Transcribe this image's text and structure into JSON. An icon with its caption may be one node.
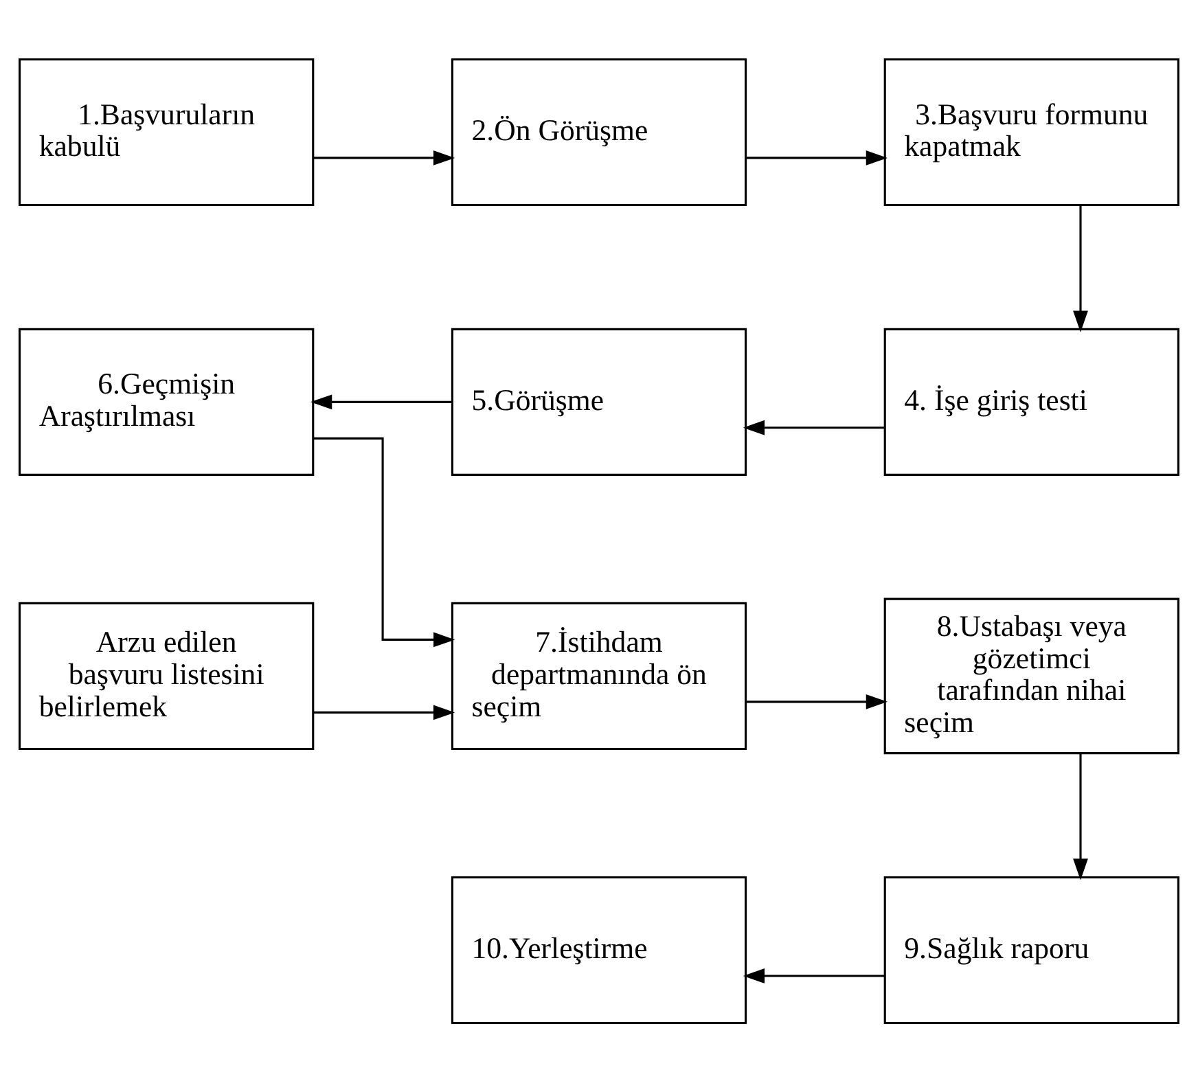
{
  "diagram": {
    "nodes": [
      {
        "text": [
          "1.Başvuruların kabulü"
        ]
      },
      {
        "text": [
          "2.Ön Görüşme"
        ]
      },
      {
        "text": [
          "3.Başvuru formunu kapatmak"
        ]
      },
      {
        "text": [
          "6.Geçmişin Araştırılması"
        ]
      },
      {
        "text": [
          "5.Görüşme"
        ]
      },
      {
        "text": [
          "4. İşe giriş testi"
        ]
      },
      {
        "text": [
          "Arzu edilen başvuru listesini belirlemek"
        ]
      },
      {
        "text": [
          "7.İstihdam departmanında ön seçim"
        ]
      },
      {
        "text": [
          "8.Ustabaşı veya gözetimci tarafından nihai seçim"
        ]
      },
      {
        "text": [
          "10.Yerleştirme"
        ]
      },
      {
        "text": [
          "9.Sağlık raporu"
        ]
      }
    ],
    "edges": [
      {
        "from": 0,
        "to": 1,
        "arrow": "to"
      },
      {
        "from": 1,
        "to": 2,
        "arrow": "to"
      },
      {
        "from": 2,
        "to": 5,
        "arrow": "to"
      },
      {
        "from": 5,
        "to": 4,
        "arrow": "to"
      },
      {
        "from": 4,
        "to": 3,
        "arrow": "to"
      },
      {
        "from": 3,
        "to": 7,
        "arrow": "to"
      },
      {
        "from": 6,
        "to": 7,
        "arrow": "to"
      },
      {
        "from": 7,
        "to": 8,
        "arrow": "to"
      },
      {
        "from": 8,
        "to": 10,
        "arrow": "to"
      },
      {
        "from": 10,
        "to": 9,
        "arrow": "to"
      }
    ]
  }
}
